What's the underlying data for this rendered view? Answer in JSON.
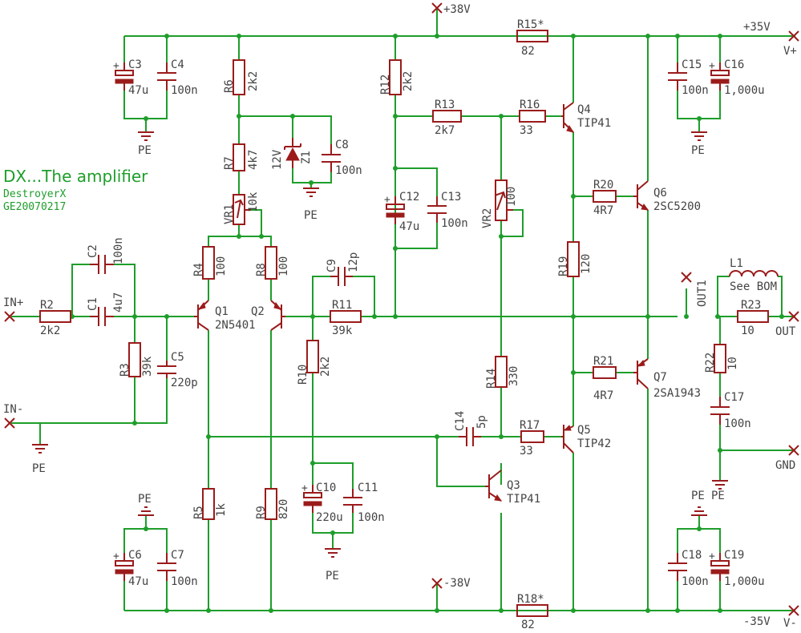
{
  "title": {
    "main": "DX...The amplifier",
    "author": "DestroyerX",
    "version": "GE20070217"
  },
  "ports": {
    "v_plus": "V+",
    "v_minus": "V-",
    "out": "OUT",
    "gnd": "GND",
    "in_plus": "IN+",
    "in_minus": "IN-",
    "out1": "OUT1",
    "plus38": "+38V",
    "minus38": "-38V",
    "plus35": "+35V",
    "minus35": "-35V"
  },
  "ground_label": "PE",
  "resistors": {
    "R2": {
      "name": "R2",
      "value": "2k2"
    },
    "R3": {
      "name": "R3",
      "value": "39k"
    },
    "R4": {
      "name": "R4",
      "value": "100"
    },
    "R5": {
      "name": "R5",
      "value": "1k"
    },
    "R6": {
      "name": "R6",
      "value": "2k2"
    },
    "R7": {
      "name": "R7",
      "value": "4k7"
    },
    "R8": {
      "name": "R8",
      "value": "100"
    },
    "R9": {
      "name": "R9",
      "value": "820"
    },
    "R10": {
      "name": "R10",
      "value": "2k2"
    },
    "R11": {
      "name": "R11",
      "value": "39k"
    },
    "R12": {
      "name": "R12",
      "value": "2k2"
    },
    "R13": {
      "name": "R13",
      "value": "2k7"
    },
    "R14": {
      "name": "R14",
      "value": "330"
    },
    "R15": {
      "name": "R15*",
      "value": "82"
    },
    "R16": {
      "name": "R16",
      "value": "33"
    },
    "R17": {
      "name": "R17",
      "value": "33"
    },
    "R18": {
      "name": "R18*",
      "value": "82"
    },
    "R19": {
      "name": "R19",
      "value": "120"
    },
    "R20": {
      "name": "R20",
      "value": "4R7"
    },
    "R21": {
      "name": "R21",
      "value": "4R7"
    },
    "R22": {
      "name": "R22",
      "value": "10"
    },
    "R23": {
      "name": "R23",
      "value": "10"
    }
  },
  "capacitors": {
    "C1": {
      "name": "C1",
      "value": "4u7"
    },
    "C2": {
      "name": "C2",
      "value": "100n"
    },
    "C3": {
      "name": "C3",
      "value": "47u"
    },
    "C4": {
      "name": "C4",
      "value": "100n"
    },
    "C5": {
      "name": "C5",
      "value": "220p"
    },
    "C6": {
      "name": "C6",
      "value": "47u"
    },
    "C7": {
      "name": "C7",
      "value": "100n"
    },
    "C8": {
      "name": "C8",
      "value": "100n"
    },
    "C9": {
      "name": "C9",
      "value": "12p"
    },
    "C10": {
      "name": "C10",
      "value": "220u"
    },
    "C11": {
      "name": "C11",
      "value": "100n"
    },
    "C12": {
      "name": "C12",
      "value": "47u"
    },
    "C13": {
      "name": "C13",
      "value": "100n"
    },
    "C14": {
      "name": "C14",
      "value": "5p"
    },
    "C15": {
      "name": "C15",
      "value": "100n"
    },
    "C16": {
      "name": "C16",
      "value": "1,000u"
    },
    "C17": {
      "name": "C17",
      "value": "100n"
    },
    "C18": {
      "name": "C18",
      "value": "100n"
    },
    "C19": {
      "name": "C19",
      "value": "1,000u"
    }
  },
  "trimmers": {
    "VR1": {
      "name": "VR1",
      "value": "10k"
    },
    "VR2": {
      "name": "VR2",
      "value": "100"
    }
  },
  "zener": {
    "name": "Z1",
    "value": "12V"
  },
  "inductor": {
    "name": "L1",
    "value": "See BOM"
  },
  "transistors": {
    "Q1": {
      "name": "Q1",
      "value": "2N5401"
    },
    "Q2": {
      "name": "Q2",
      "value": ""
    },
    "Q3": {
      "name": "Q3",
      "value": "TIP41"
    },
    "Q4": {
      "name": "Q4",
      "value": "TIP41"
    },
    "Q5": {
      "name": "Q5",
      "value": "TIP42"
    },
    "Q6": {
      "name": "Q6",
      "value": "2SC5200"
    },
    "Q7": {
      "name": "Q7",
      "value": "2SA1943"
    }
  }
}
